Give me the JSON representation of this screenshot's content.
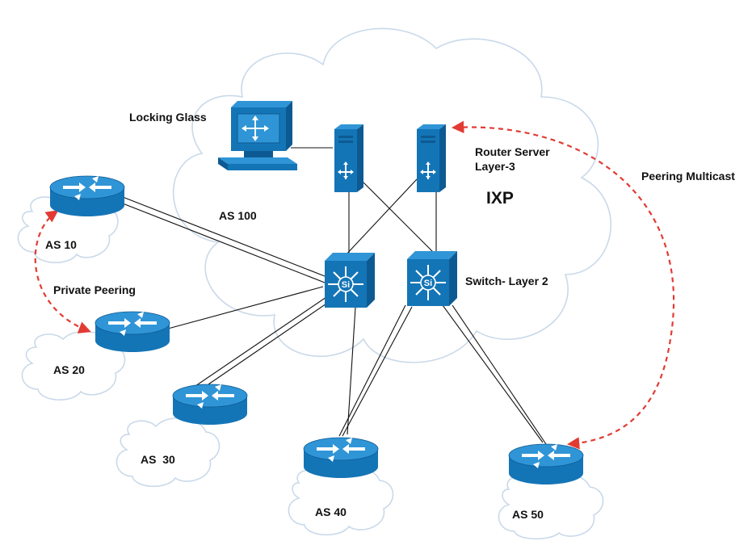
{
  "labels": {
    "looking_glass": "Locking Glass",
    "route_server_line1": "Router Server",
    "route_server_line2": "Layer-3",
    "ixp": "IXP",
    "as100": "AS 100",
    "switch_layer2": "Switch- Layer 2",
    "peering_multicast": "Peering Multicast",
    "private_peering": "Private Peering",
    "as10": "AS 10",
    "as20": "AS 20",
    "as30": "AS  30",
    "as40": "AS 40",
    "as50": "AS 50",
    "switch_badge": "Si"
  },
  "colors": {
    "device_top": "#2f95d6",
    "device_side": "#1475b6",
    "device_dark": "#0d5a93",
    "router_arrows": "#ffffff",
    "cloud_outline": "#c9d9ea",
    "link_line": "#111111",
    "peering_dashed": "#e23b33"
  },
  "icons": {
    "router": "router-icon",
    "layer3_switch": "multilayer-switch-icon",
    "server": "server-tower-icon",
    "workstation": "workstation-icon"
  }
}
